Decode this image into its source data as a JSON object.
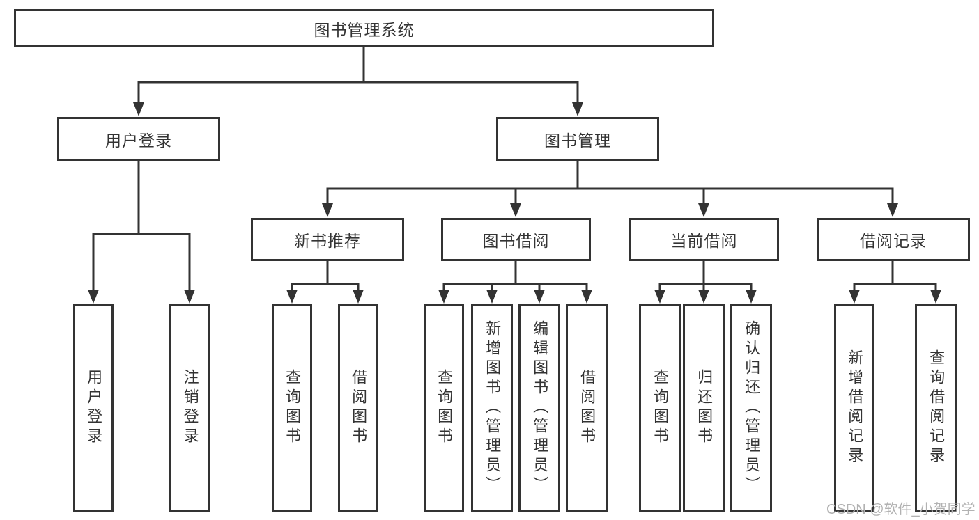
{
  "colors": {
    "line": "#333333",
    "box_border": "#333333",
    "box_fill": "#ffffff",
    "text": "#333333",
    "watermark": "#b2b2b2",
    "background": "#ffffff"
  },
  "watermark": {
    "text": "CSDN @软件_小贺同学"
  },
  "tree": {
    "root": "图书管理系统",
    "children": [
      {
        "label": "用户登录",
        "children": [
          {
            "label": "用户登录"
          },
          {
            "label": "注销登录"
          }
        ]
      },
      {
        "label": "图书管理",
        "children": [
          {
            "label": "新书推荐",
            "children": [
              {
                "label": "查询图书"
              },
              {
                "label": "借阅图书"
              }
            ]
          },
          {
            "label": "图书借阅",
            "children": [
              {
                "label": "查询图书"
              },
              {
                "label": "新增图书（管理员）"
              },
              {
                "label": "编辑图书（管理员）"
              },
              {
                "label": "借阅图书"
              }
            ]
          },
          {
            "label": "当前借阅",
            "children": [
              {
                "label": "查询图书"
              },
              {
                "label": "归还图书"
              },
              {
                "label": "确认归还（管理员）"
              }
            ]
          },
          {
            "label": "借阅记录",
            "children": [
              {
                "label": "新增借阅记录"
              },
              {
                "label": "查询借阅记录"
              }
            ]
          }
        ]
      }
    ]
  }
}
